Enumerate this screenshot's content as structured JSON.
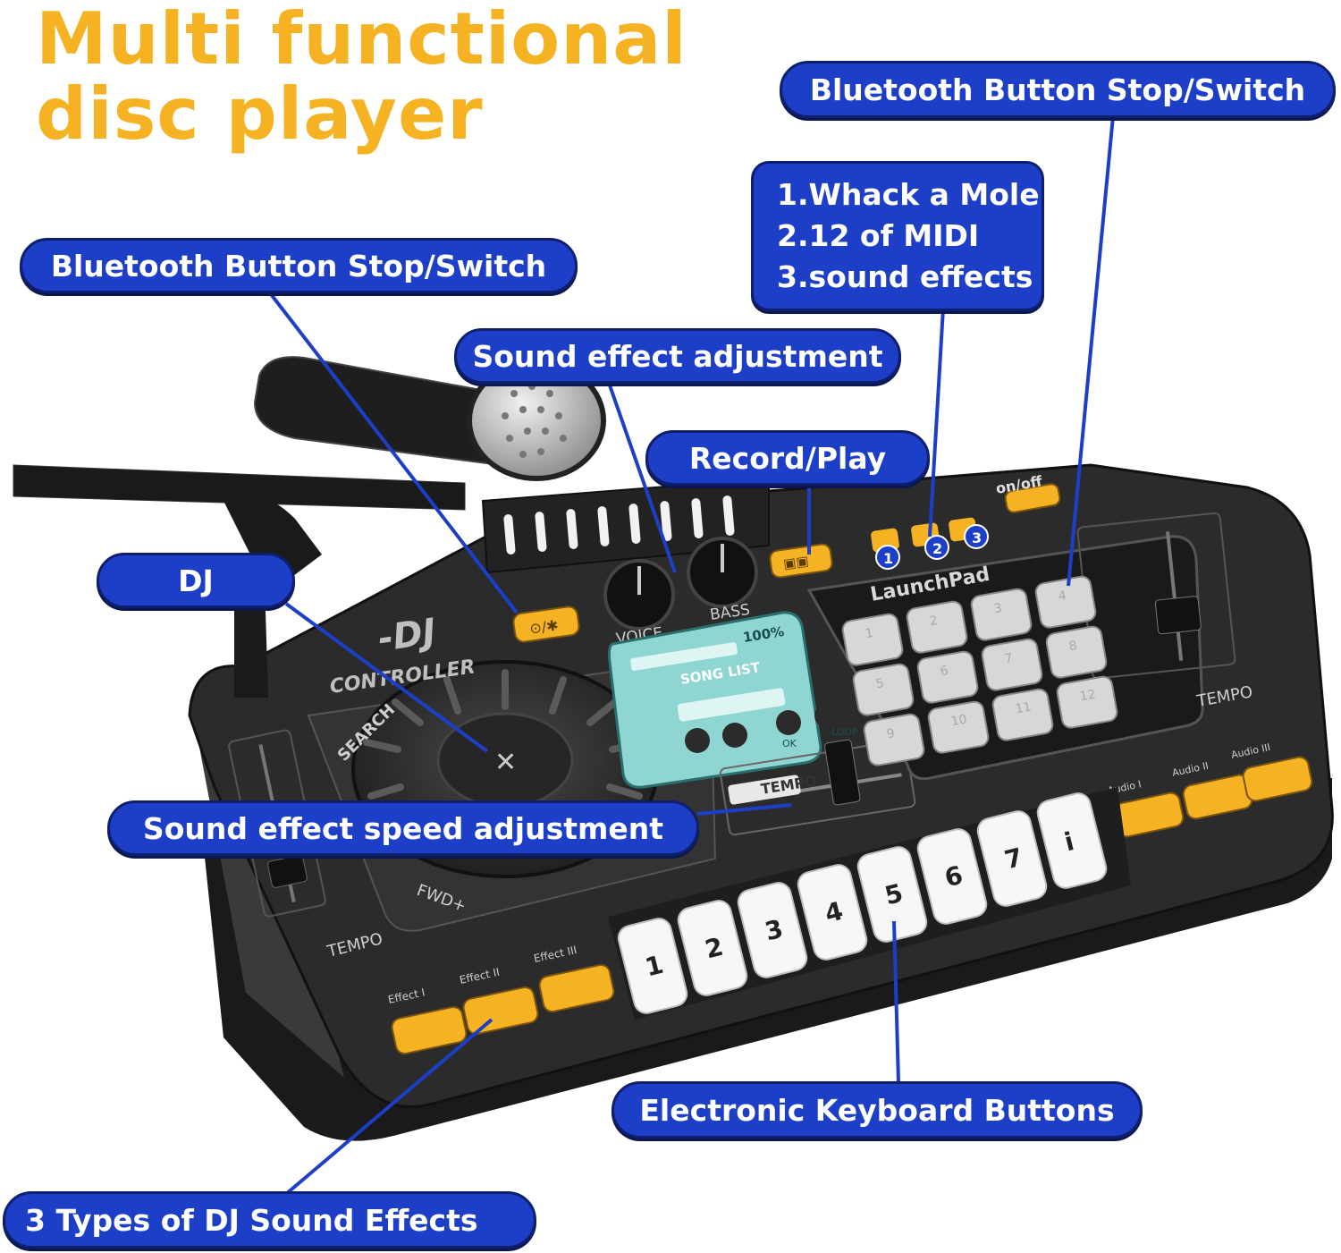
{
  "headline": {
    "line1": "Multi functional",
    "line2": "disc player"
  },
  "callouts": {
    "bt_top_right": "Bluetooth Button Stop/Switch",
    "bt_left": "Bluetooth Button Stop/Switch",
    "modes": [
      "1.Whack a Mole",
      "2.12 of MIDI",
      "3.sound effects"
    ],
    "sound_adjust": "Sound effect adjustment",
    "record_play": "Record/Play",
    "dj": "DJ",
    "speed_adjust": "Sound effect speed adjustment",
    "keyboard": "Electronic Keyboard Buttons",
    "effects": "3 Types of DJ Sound Effects"
  },
  "device": {
    "brand_line1": "-DJ",
    "brand_line2": "CONTROLLER",
    "on_off": "on/off",
    "launchpad": "LaunchPad",
    "pad_numbers": [
      "1",
      "2",
      "3",
      "4",
      "5",
      "6",
      "7",
      "8",
      "9",
      "10",
      "11",
      "12"
    ],
    "mode_numbers": [
      "1",
      "2",
      "3"
    ],
    "knob_voice": "VOICE",
    "knob_bass": "BASS",
    "screen_percent": "100%",
    "screen_title": "SONG LIST",
    "screen_ok": "OK",
    "screen_loop": "LOOP",
    "search": "SEARCH",
    "fwd": "FWD+",
    "tempo_right": "TEMPO",
    "tempo_left": "TEMPO",
    "tempo_center": "TEMPO",
    "effect_labels": [
      "Effect I",
      "Effect II",
      "Effect III"
    ],
    "audio_labels": [
      "Audio I",
      "Audio II",
      "Audio III"
    ],
    "keys": [
      "1",
      "2",
      "3",
      "4",
      "5",
      "6",
      "7",
      "i"
    ]
  },
  "colors": {
    "accent_orange": "#f5b324",
    "callout_blue": "#1d3fc7",
    "device_body": "#2b2b2b",
    "pad": "#d7d7d7",
    "screen": "#8fd6d3"
  }
}
